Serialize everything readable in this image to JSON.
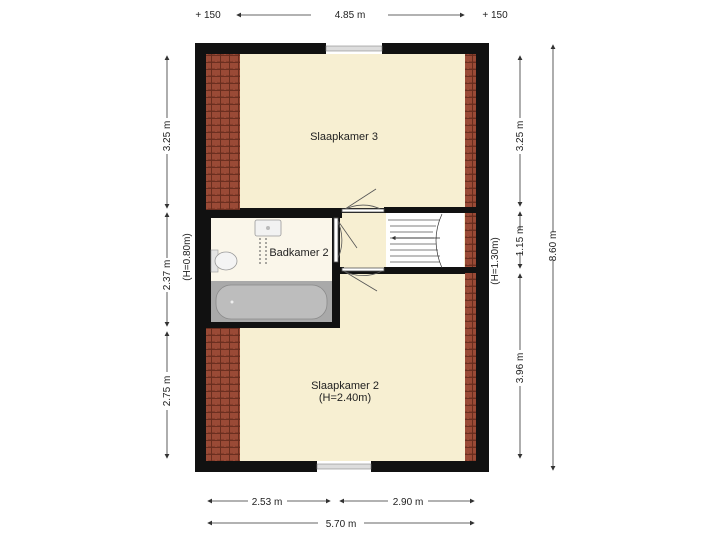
{
  "rooms": {
    "slaapkamer3": "Slaapkamer 3",
    "badkamer2": "Badkamer 2",
    "slaapkamer2": "Slaapkamer 2",
    "slaapkamer2_height": "(H=2.40m)"
  },
  "dimensions": {
    "top_left_offset": "+ 150",
    "top_span": "4.85 m",
    "top_right_offset": "+ 150",
    "left_upper": "3.25 m",
    "left_middle": "2.37 m",
    "left_lower": "2.75 m",
    "left_height_note": "(H=0.80m)",
    "right_upper": "3.25 m",
    "right_middle": "1.15 m",
    "right_lower": "3.96 m",
    "right_height_note": "(H=1.30m)",
    "right_total": "8.60 m",
    "bottom_left": "2.53 m",
    "bottom_right": "2.90 m",
    "bottom_total": "5.70 m"
  },
  "colors": {
    "wall": "#111111",
    "floor": "#f7efd2",
    "bathroom_floor": "#faf6ea",
    "roof_tile": "#9a4a36",
    "roof_tile_line": "#5c2618",
    "bathtub": "#a9a9a9",
    "window": "#dddddd",
    "dimension_line": "#333333"
  },
  "icons": [
    "roof-tiles-icon",
    "toilet-icon",
    "bathtub-icon",
    "sink-icon",
    "door-swing-icon",
    "staircase-icon",
    "window-icon",
    "dimension-arrow-icon"
  ]
}
